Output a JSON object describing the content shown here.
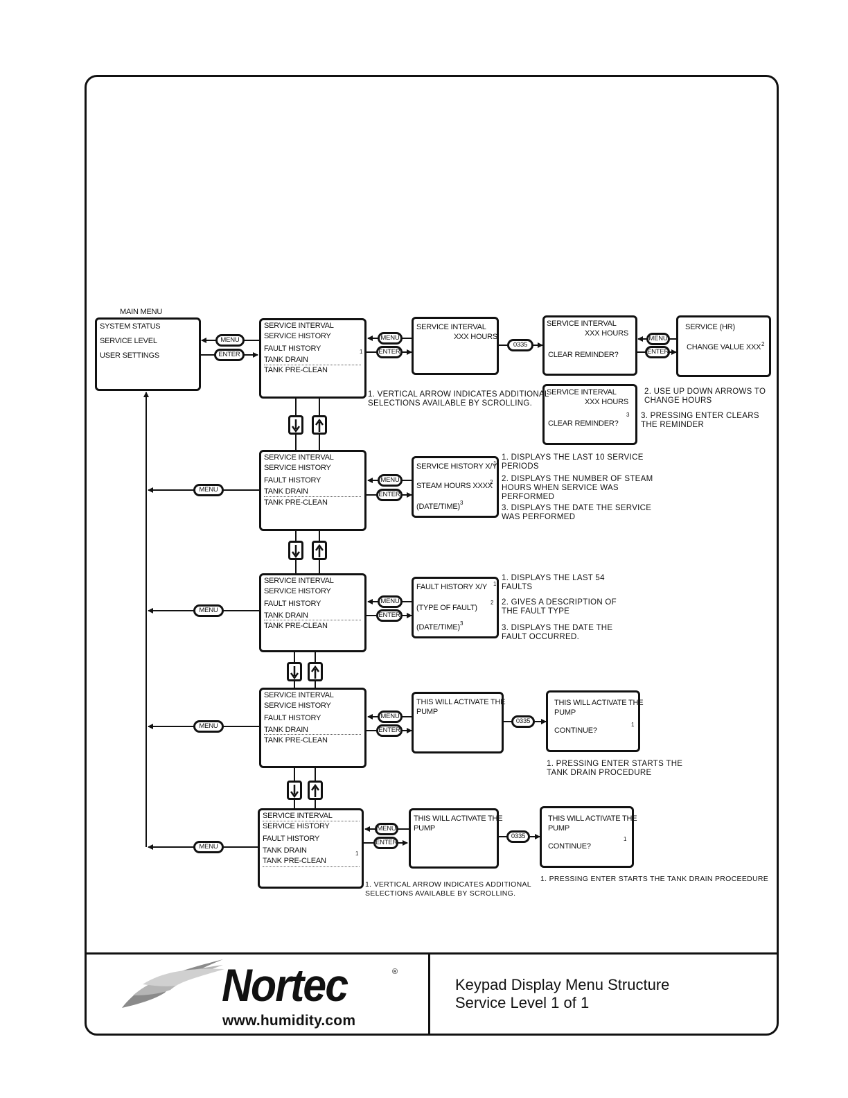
{
  "main_menu": {
    "title": "MAIN MENU",
    "items": [
      "SYSTEM STATUS",
      "SERVICE LEVEL",
      "USER SETTINGS"
    ]
  },
  "service_menu": {
    "items": [
      "SERVICE INTERVAL",
      "SERVICE HISTORY",
      "FAULT HISTORY",
      "TANK DRAIN",
      "TANK PRE-CLEAN"
    ]
  },
  "keys": {
    "menu": "MENU",
    "enter": "ENTER",
    "code": "0335"
  },
  "interval": {
    "screen1": [
      "SERVICE INTERVAL",
      "XXX HOURS"
    ],
    "screen2": [
      "SERVICE INTERVAL",
      "XXX HOURS",
      "CLEAR REMINDER?"
    ],
    "screen3": [
      "SERVICE INTERVAL",
      "XXX HOURS",
      "CLEAR REMINDER?"
    ],
    "screen4": [
      "SERVICE (HR)",
      "CHANGE VALUE XXX"
    ],
    "notes": [
      "1. VERTICAL ARROW INDICATES ADDITIONAL\n    SELECTIONS AVAILABLE BY SCROLLING.",
      "2. USE UP DOWN ARROWS TO\n    CHANGE HOURS",
      "3. PRESSING ENTER CLEARS\n    THE REMINDER"
    ]
  },
  "history": {
    "screen": [
      "SERVICE HISTORY  X/Y",
      "STEAM HOURS XXXX",
      "(DATE/TIME)"
    ],
    "notes": [
      "1. DISPLAYS THE LAST 10 SERVICE\nPERIODS",
      "2. DISPLAYS THE NUMBER OF STEAM\nHOURS WHEN SERVICE WAS\nPERFORMED",
      "3. DISPLAYS THE DATE THE SERVICE\nWAS PERFORMED"
    ]
  },
  "fault": {
    "screen": [
      "FAULT HISTORY  X/Y",
      "(TYPE OF FAULT)",
      "(DATE/TIME)"
    ],
    "notes": [
      "1. DISPLAYS THE LAST 54\nFAULTS",
      "2. GIVES A DESCRIPTION OF\nTHE FAULT TYPE",
      "3. DISPLAYS THE DATE THE\nFAULT OCCURRED."
    ]
  },
  "drain": {
    "screen1": [
      "THIS WILL ACTIVATE THE",
      "PUMP"
    ],
    "screen2": [
      "THIS WILL ACTIVATE THE",
      "PUMP",
      "CONTINUE?"
    ],
    "note": "1. PRESSING ENTER STARTS THE\nTANK DRAIN PROCEDURE"
  },
  "preclean": {
    "screen1": [
      "THIS WILL ACTIVATE THE",
      "PUMP"
    ],
    "screen2": [
      "THIS WILL ACTIVATE THE",
      "PUMP",
      "CONTINUE?"
    ],
    "note": "1. PRESSING ENTER STARTS THE TANK DRAIN PROCEEDURE",
    "scroll_note": "1. VERTICAL ARROW INDICATES ADDITIONAL\n    SELECTIONS AVAILABLE BY SCROLLING."
  },
  "superscripts": {
    "one": "1",
    "two": "2",
    "three": "3"
  },
  "footer": {
    "brand": "Nortec",
    "registered": "®",
    "url": "www.humidity.com",
    "title_line1": "Keypad Display Menu Structure",
    "title_line2": "Service Level 1 of 1"
  }
}
